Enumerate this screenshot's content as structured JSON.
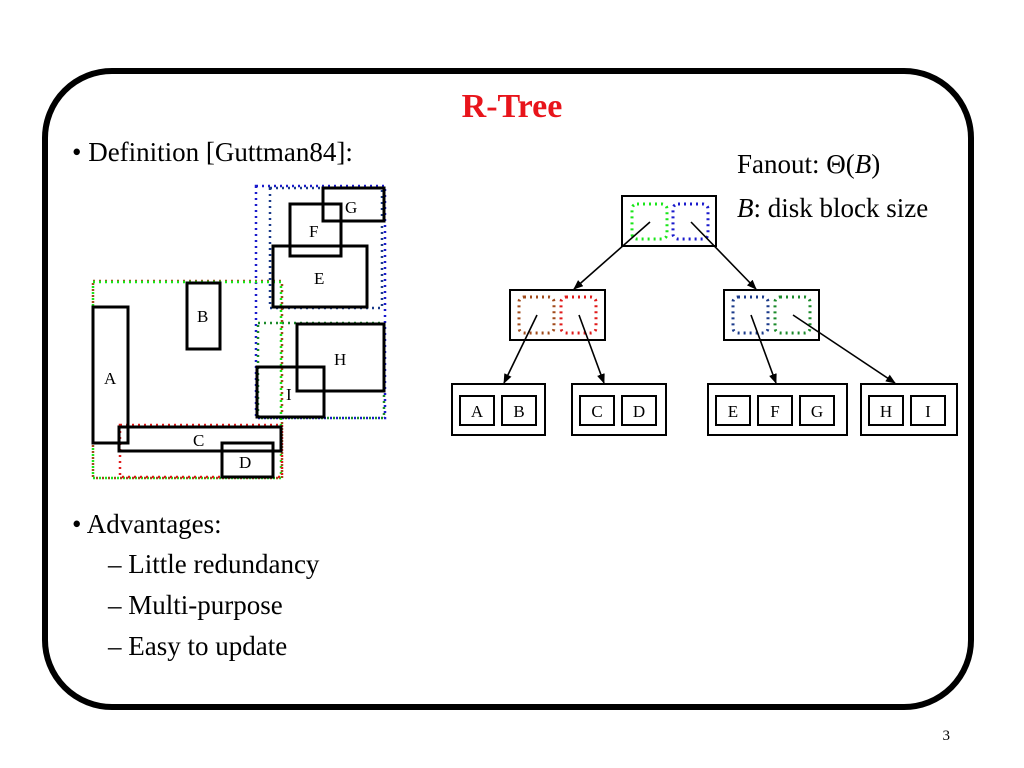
{
  "slide": {
    "title": "R-Tree",
    "title_color": "#e8141b",
    "page_number": "3",
    "bullets": {
      "definition": "Definition [Guttman84]:",
      "advantages": "Advantages:",
      "sub_items": [
        "Little redundancy",
        "Multi-purpose",
        "Easy to update"
      ],
      "bullet_glyph": "•",
      "dash_glyph": "–"
    },
    "fanout": {
      "prefix": "Fanout: ",
      "theta": "Θ",
      "var": "B",
      "paren_open": "(",
      "paren_close": ")"
    },
    "block": {
      "var": "B",
      "text": ": disk block size"
    }
  },
  "diagram": {
    "colors": {
      "solid": "#000000",
      "green": "#19e619",
      "blue": "#1a1acc",
      "brown": "#a04a1a",
      "red": "#e01a1a",
      "darkblue": "#1a3a8a",
      "darkgreen": "#1a8a2a"
    },
    "rect_labels": {
      "A": "A",
      "B": "B",
      "C": "C",
      "D": "D",
      "E": "E",
      "F": "F",
      "G": "G",
      "H": "H",
      "I": "I"
    },
    "leaves": [
      [
        "A",
        "B"
      ],
      [
        "C",
        "D"
      ],
      [
        "E",
        "F",
        "G"
      ],
      [
        "H",
        "I"
      ]
    ]
  }
}
